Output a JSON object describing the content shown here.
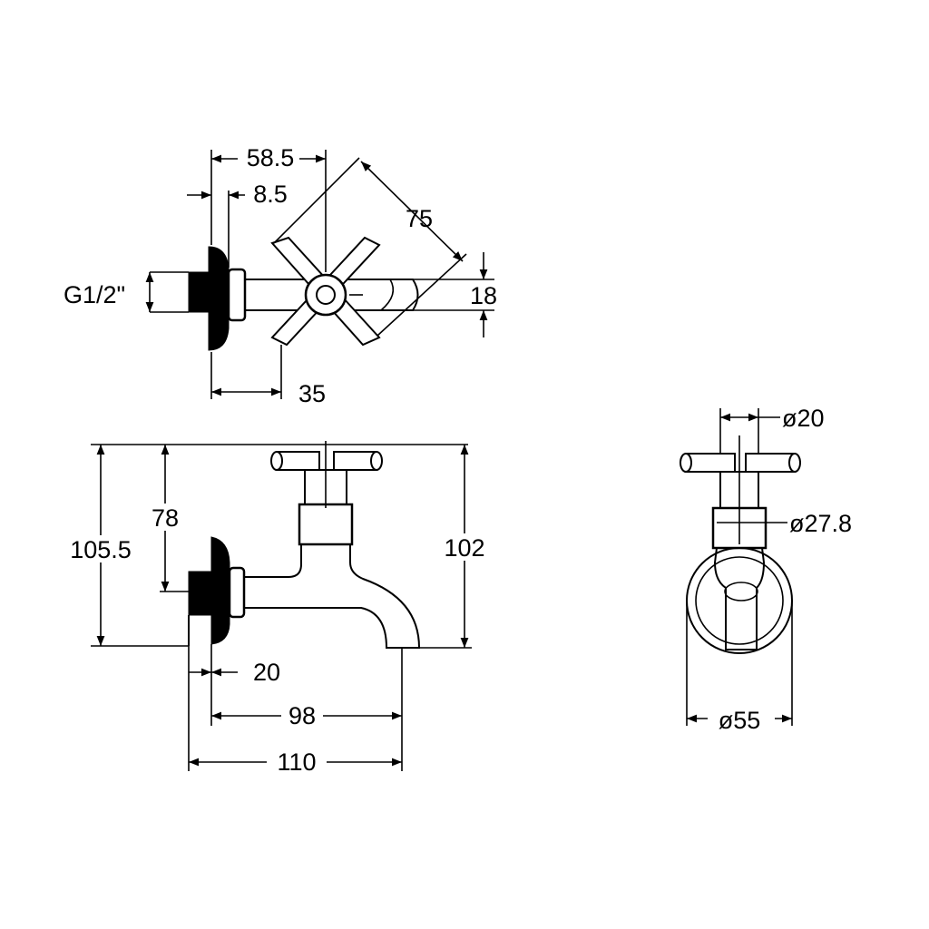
{
  "dimensions": {
    "top_view": {
      "width_total": "58.5",
      "offset": "8.5",
      "handle_span": "75",
      "thread": "G1/2\"",
      "spout_dia": "18",
      "handle_offset": "35"
    },
    "front_view": {
      "overall_height": "105.5",
      "axis_height": "78",
      "spout_height": "102",
      "flange": "20",
      "spout_reach": "98",
      "total_length": "110"
    },
    "side_view": {
      "stem_dia": "ø20",
      "body_dia": "ø27.8",
      "flange_dia": "ø55"
    }
  },
  "colors": {
    "line": "#000000",
    "background": "#ffffff"
  }
}
